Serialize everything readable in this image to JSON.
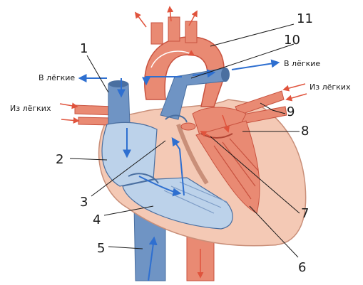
{
  "captions": {
    "to_lungs_left": "В лёгкие",
    "to_lungs_right": "В лёгкие",
    "from_lungs_left": "Из лёгких",
    "from_lungs_right": "Из лёгких"
  },
  "labels": [
    "1",
    "2",
    "3",
    "4",
    "5",
    "6",
    "7",
    "8",
    "9",
    "10",
    "11"
  ],
  "colors": {
    "arterial": "#e98a73",
    "arterial_dark": "#c8523f",
    "venous": "#6f94c4",
    "venous_light": "#bcd2ea",
    "wall": "#f4c9b5",
    "blue_arrow": "#2e6fd0",
    "red_arrow": "#e0533c"
  }
}
